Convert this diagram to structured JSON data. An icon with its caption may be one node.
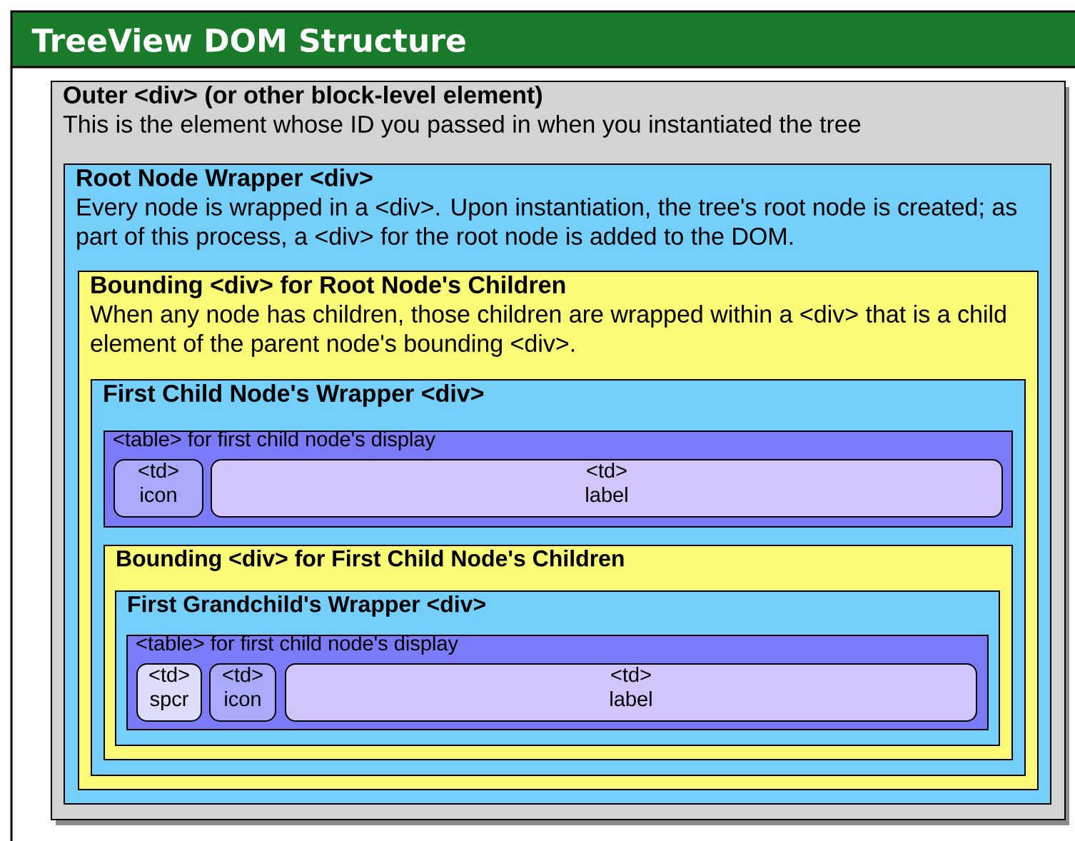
{
  "diagram": {
    "title": "TreeView DOM Structure",
    "nodes": [
      {
        "text": [
          "Outer <div> (or other block-level element)",
          "This is the element whose ID you passed in when you instantiated the tree"
        ]
      },
      {
        "text": [
          "Root Node Wrapper <div>",
          "Every node is wrapped in a <div>. Upon instantiation, the tree's root node is created; as part of this process, a <div> for the root node is added to the DOM."
        ],
        "in": 0
      },
      {
        "text": [
          "Bounding <div> for Root Node's Children",
          "When any node has children, those children are wrapped within a <div> that is a child element of the parent node's bounding <div>."
        ],
        "in": 1
      },
      {
        "text": [
          "First Child Node's Wrapper <div>"
        ],
        "in": 2
      },
      {
        "text": [
          "<table> for first child node's display"
        ],
        "in": 3
      },
      {
        "text": [
          "<td>",
          "icon"
        ],
        "in": 4
      },
      {
        "text": [
          "<td>",
          "label"
        ],
        "in": 4
      },
      {
        "text": [
          "Bounding <div> for First Child Node's Children"
        ],
        "in": 3
      },
      {
        "text": [
          "First Grandchild's Wrapper <div>"
        ],
        "in": 7
      },
      {
        "text": [
          "<table> for first child node's display"
        ],
        "in": 8
      },
      {
        "text": [
          "<td>",
          "spcr"
        ],
        "in": 9
      },
      {
        "text": [
          "<td>",
          "icon"
        ],
        "in": 9
      },
      {
        "text": [
          "<td>",
          "label"
        ],
        "in": 9
      }
    ]
  }
}
